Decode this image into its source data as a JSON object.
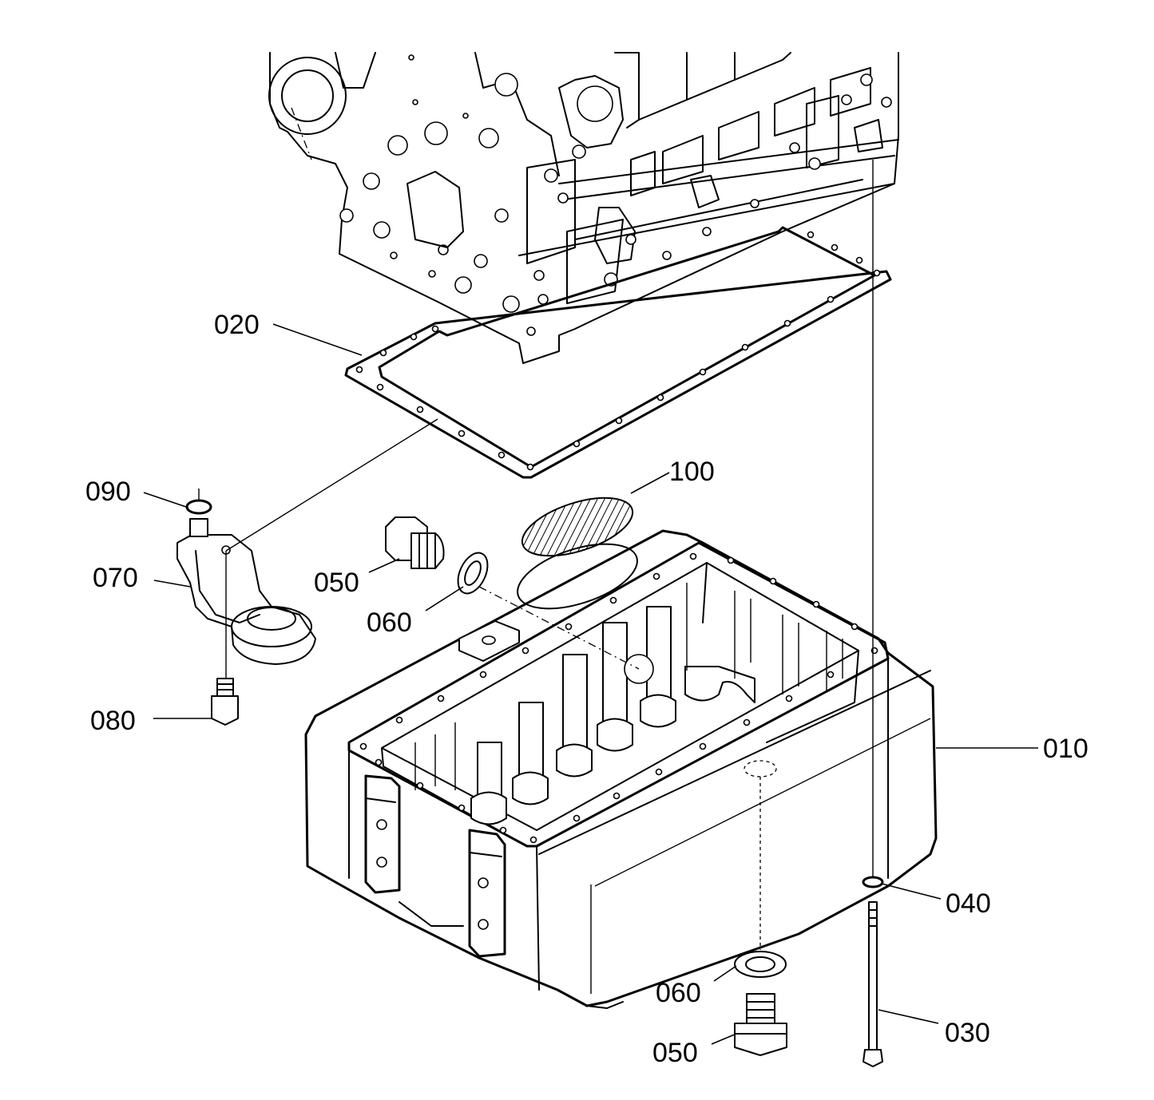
{
  "parts": {
    "p010": "010",
    "p020": "020",
    "p030": "030",
    "p040": "040",
    "p050_top": "050",
    "p050_bottom": "050",
    "p060_top": "060",
    "p060_bottom": "060",
    "p070": "070",
    "p080": "080",
    "p090": "090",
    "p100": "100"
  }
}
